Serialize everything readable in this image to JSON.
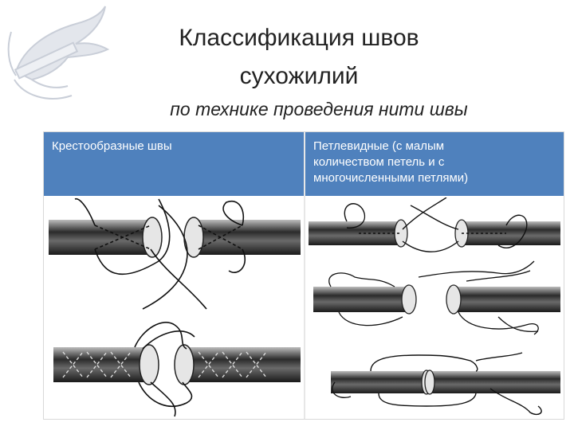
{
  "title": {
    "line1": "Классификация швов",
    "line2": "сухожилий"
  },
  "subtitle": "по технике проведения нити швы",
  "table": {
    "col1_header": "Крестообразные швы",
    "col2_header_lines": [
      "Петлевидные (с малым",
      "количеством петель и с",
      "многочисленными петлями)"
    ]
  },
  "colors": {
    "header_bg": "#4f81bd",
    "header_text": "#ffffff",
    "title_text": "#222222",
    "logo_tint": "#c9ced8"
  },
  "icons": [
    "dove-logo-icon"
  ]
}
